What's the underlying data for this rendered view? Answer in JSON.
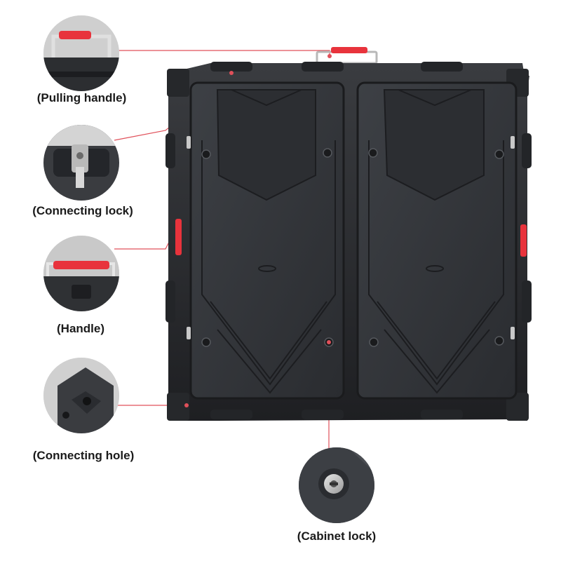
{
  "callouts": [
    {
      "label": "(Pulling handle)",
      "icon": "pulling-handle-icon"
    },
    {
      "label": "(Connecting lock)",
      "icon": "connecting-lock-icon"
    },
    {
      "label": "(Handle)",
      "icon": "handle-icon"
    },
    {
      "label": "(Connecting hole)",
      "icon": "connecting-hole-icon"
    },
    {
      "label": "(Cabinet lock)",
      "icon": "cabinet-lock-icon"
    }
  ],
  "colors": {
    "accent": "#e8333c",
    "leader": "#e0505a",
    "cabinet": "#2b2d30",
    "panel": "#33363a",
    "background": "#ffffff"
  }
}
